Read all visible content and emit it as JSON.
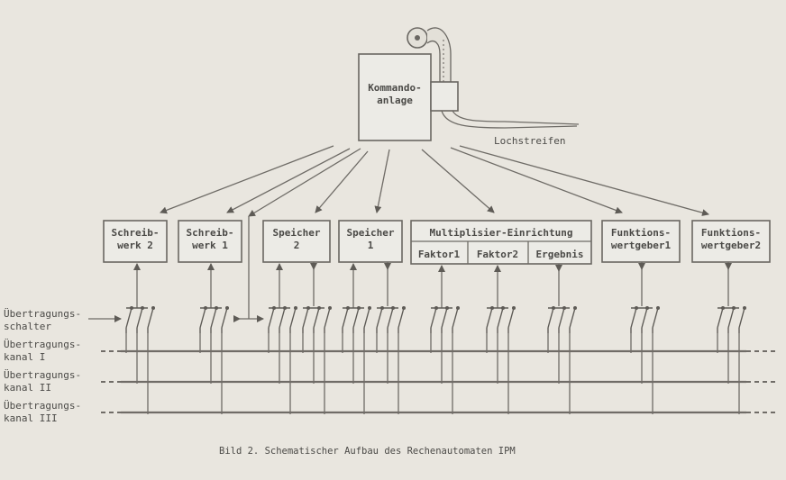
{
  "command_unit": {
    "line1": "Kommando-",
    "line2": "anlage"
  },
  "tape_label": "Lochstreifen",
  "units": {
    "schreibwerk2": {
      "line1": "Schreib-",
      "line2": "werk 2"
    },
    "schreibwerk1": {
      "line1": "Schreib-",
      "line2": "werk 1"
    },
    "speicher2": {
      "line1": "Speicher",
      "line2": "2"
    },
    "speicher1": {
      "line1": "Speicher",
      "line2": "1"
    },
    "multiplier": {
      "title": "Multiplisier-Einrichtung",
      "faktor1": "Faktor1",
      "faktor2": "Faktor2",
      "ergebnis": "Ergebnis"
    },
    "funktionswertgeber1": {
      "line1": "Funktions-",
      "line2": "wertgeber1"
    },
    "funktionswertgeber2": {
      "line1": "Funktions-",
      "line2": "wertgeber2"
    }
  },
  "left_labels": {
    "schalter": {
      "line1": "Übertragungs-",
      "line2": "schalter"
    },
    "kanal1": {
      "line1": "Übertragungs-",
      "line2": "kanal I"
    },
    "kanal2": {
      "line1": "Übertragungs-",
      "line2": "kanal II"
    },
    "kanal3": {
      "line1": "Übertragungs-",
      "line2": "kanal III"
    }
  },
  "caption": "Bild 2. Schematischer Aufbau des Rechenautomaten IPM",
  "colors": {
    "paper": "#e9e6df",
    "ink": "#4b4a47",
    "line": "#6e6b66"
  }
}
